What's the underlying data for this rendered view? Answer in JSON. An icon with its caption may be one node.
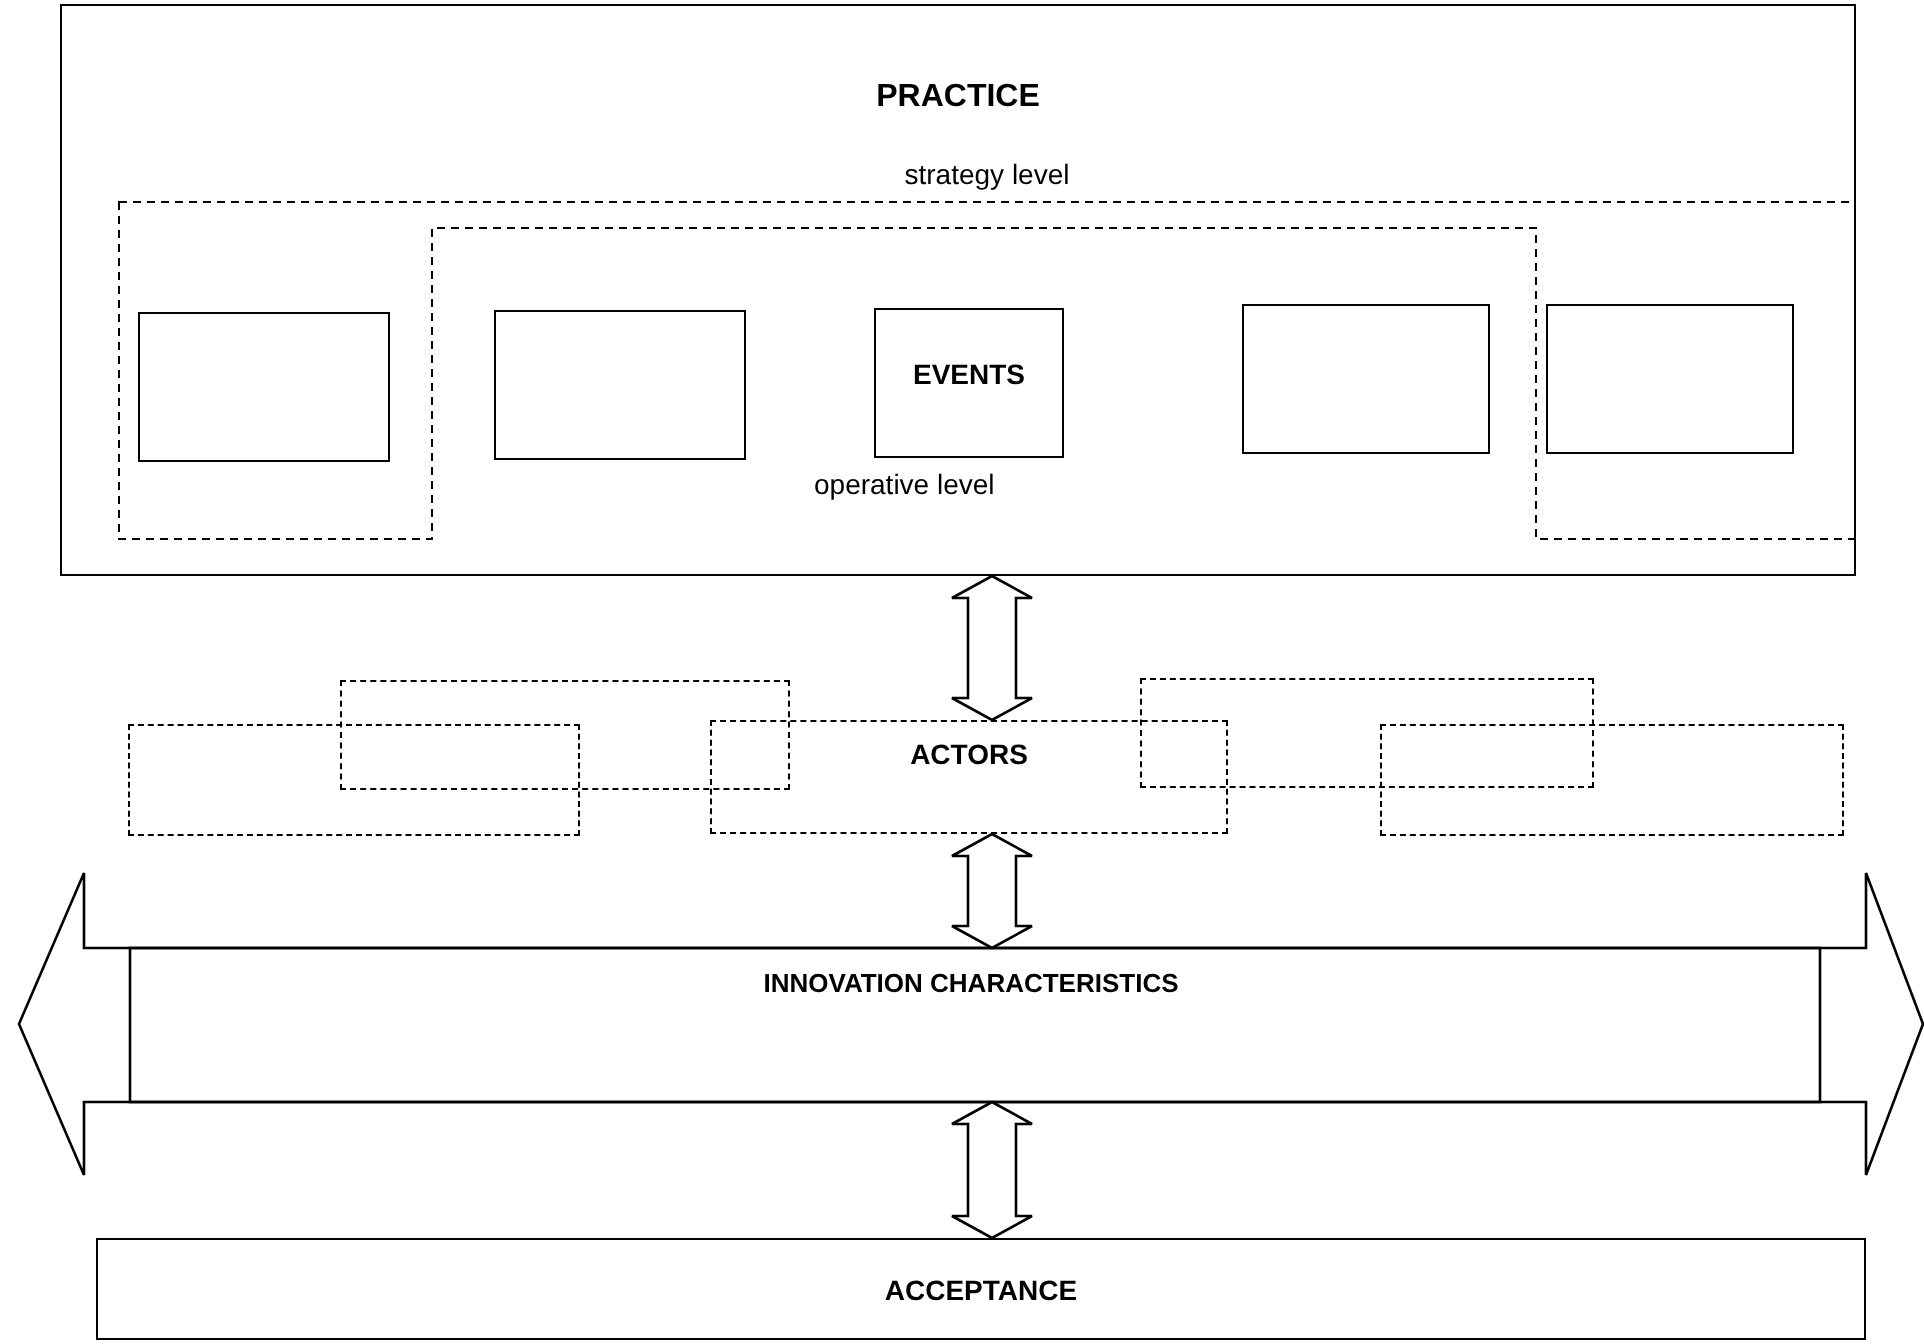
{
  "diagram": {
    "nodes": [
      {
        "text": [
          "PRACTICE"
        ]
      },
      {
        "text": [
          "strategy level"
        ],
        "in": 0
      },
      {
        "text": [],
        "shape": "box",
        "in": 1
      },
      {
        "text": [],
        "shape": "box",
        "in": 0
      },
      {
        "text": [
          "EVENTS"
        ],
        "in": 0
      },
      {
        "text": [],
        "shape": "box",
        "in": 0
      },
      {
        "text": [],
        "shape": "box",
        "in": 1
      },
      {
        "text": [],
        "shape": "box"
      },
      {
        "text": [],
        "shape": "box"
      },
      {
        "text": [
          "ACTORS"
        ]
      },
      {
        "text": [],
        "shape": "box"
      },
      {
        "text": [],
        "shape": "box"
      },
      {
        "text": [
          "INNOVATION CHARACTERISTICS"
        ]
      },
      {
        "text": [
          "ACCEPTANCE"
        ]
      }
    ],
    "edges": [
      {
        "from": 0,
        "to": 9,
        "arrow": "both"
      },
      {
        "from": 9,
        "to": 12,
        "arrow": "both"
      },
      {
        "from": 12,
        "to": 13,
        "arrow": "both"
      }
    ],
    "labels": [
      "operative level"
    ]
  }
}
